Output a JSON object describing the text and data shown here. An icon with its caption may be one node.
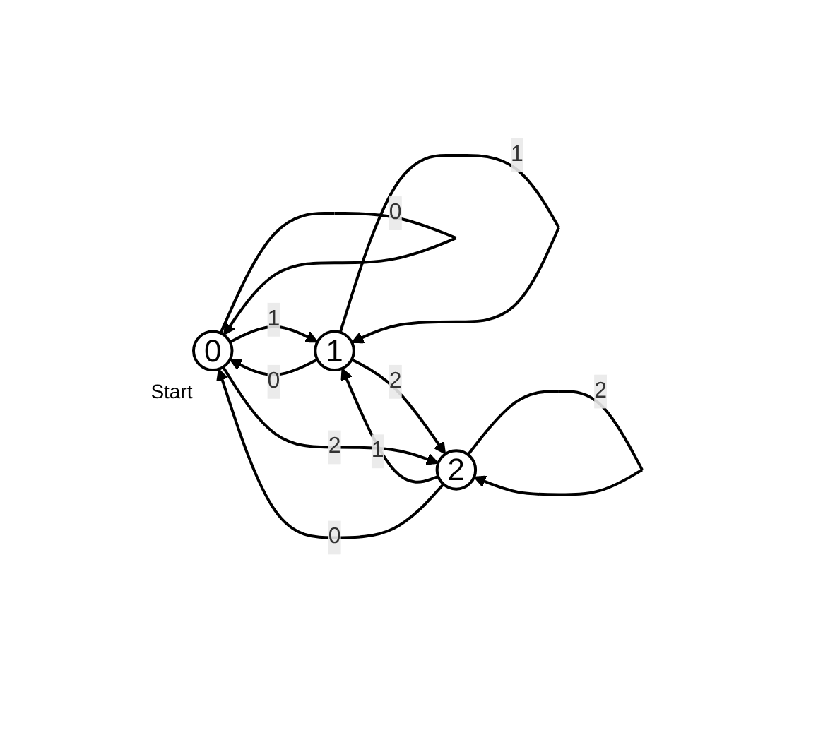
{
  "diagram": {
    "nodes": [
      {
        "text": [
          "0"
        ],
        "beside": [
          "Start"
        ]
      },
      {
        "text": [
          "1"
        ]
      },
      {
        "text": [
          "2"
        ]
      }
    ],
    "edges": [
      {
        "from": 0,
        "to": 0,
        "arrow": "to",
        "label": "0"
      },
      {
        "from": 0,
        "to": 1,
        "arrow": "to",
        "label": "1"
      },
      {
        "from": 1,
        "to": 0,
        "arrow": "to",
        "label": "0"
      },
      {
        "from": 1,
        "to": 1,
        "arrow": "to",
        "label": "1"
      },
      {
        "from": 1,
        "to": 2,
        "arrow": "to",
        "label": "2"
      },
      {
        "from": 2,
        "to": 1,
        "arrow": "to",
        "label": "1"
      },
      {
        "from": 0,
        "to": 2,
        "arrow": "to",
        "label": "2"
      },
      {
        "from": 2,
        "to": 0,
        "arrow": "to",
        "label": "0"
      },
      {
        "from": 2,
        "to": 2,
        "arrow": "to",
        "label": "2"
      }
    ]
  }
}
